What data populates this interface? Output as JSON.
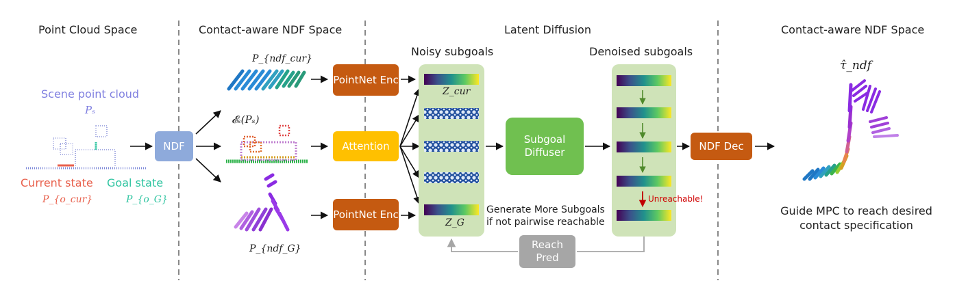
{
  "headers": {
    "point_cloud_space": "Point Cloud Space",
    "ndf_space_left": "Contact-aware NDF Space",
    "latent_diffusion": "Latent Diffusion",
    "ndf_space_right": "Contact-aware NDF Space"
  },
  "scene": {
    "label": "Scene point cloud",
    "symbol": "Pₛ",
    "current_state": "Current state",
    "current_symbol": "P_{o_cur}",
    "goal_state": "Goal state",
    "goal_symbol": "P_{o_G}"
  },
  "ndf_inputs": {
    "cur_symbol": "P_{ndf_cur}",
    "scene_symbol": "𝓔ₛ(Pₛ)",
    "goal_symbol": "P_{ndf_G}"
  },
  "modules": {
    "ndf": "NDF",
    "pointnet_enc_top": "PointNet Enc",
    "attention": "Attention",
    "pointnet_enc_bottom": "PointNet Enc",
    "subgoal_diffuser": "Subgoal Diffuser",
    "ndf_dec": "NDF Dec",
    "reach_pred": "Reach Pred"
  },
  "panels": {
    "noisy_title": "Noisy subgoals",
    "denoised_title": "Denoised subgoals",
    "z_cur": "Z_cur",
    "z_g": "Z_G",
    "generate_more": "Generate More Subgoals if not pairwise reachable",
    "unreachable": "Unreachable!"
  },
  "output": {
    "symbol": "τ̂_ndf",
    "caption": "Guide MPC to reach desired contact specification"
  },
  "colors": {
    "ndf_box": "#8eaadb",
    "pointnet_box": "#c55a11",
    "attention_box": "#ffc000",
    "diffuser_box": "#70c050",
    "panel_fill": "#cfe3b8",
    "reach_box": "#a6a6a6",
    "scene_text": "#8080e0",
    "current_text": "#e8604c",
    "goal_text": "#2ec4a0",
    "unreachable_text": "#d00000"
  }
}
